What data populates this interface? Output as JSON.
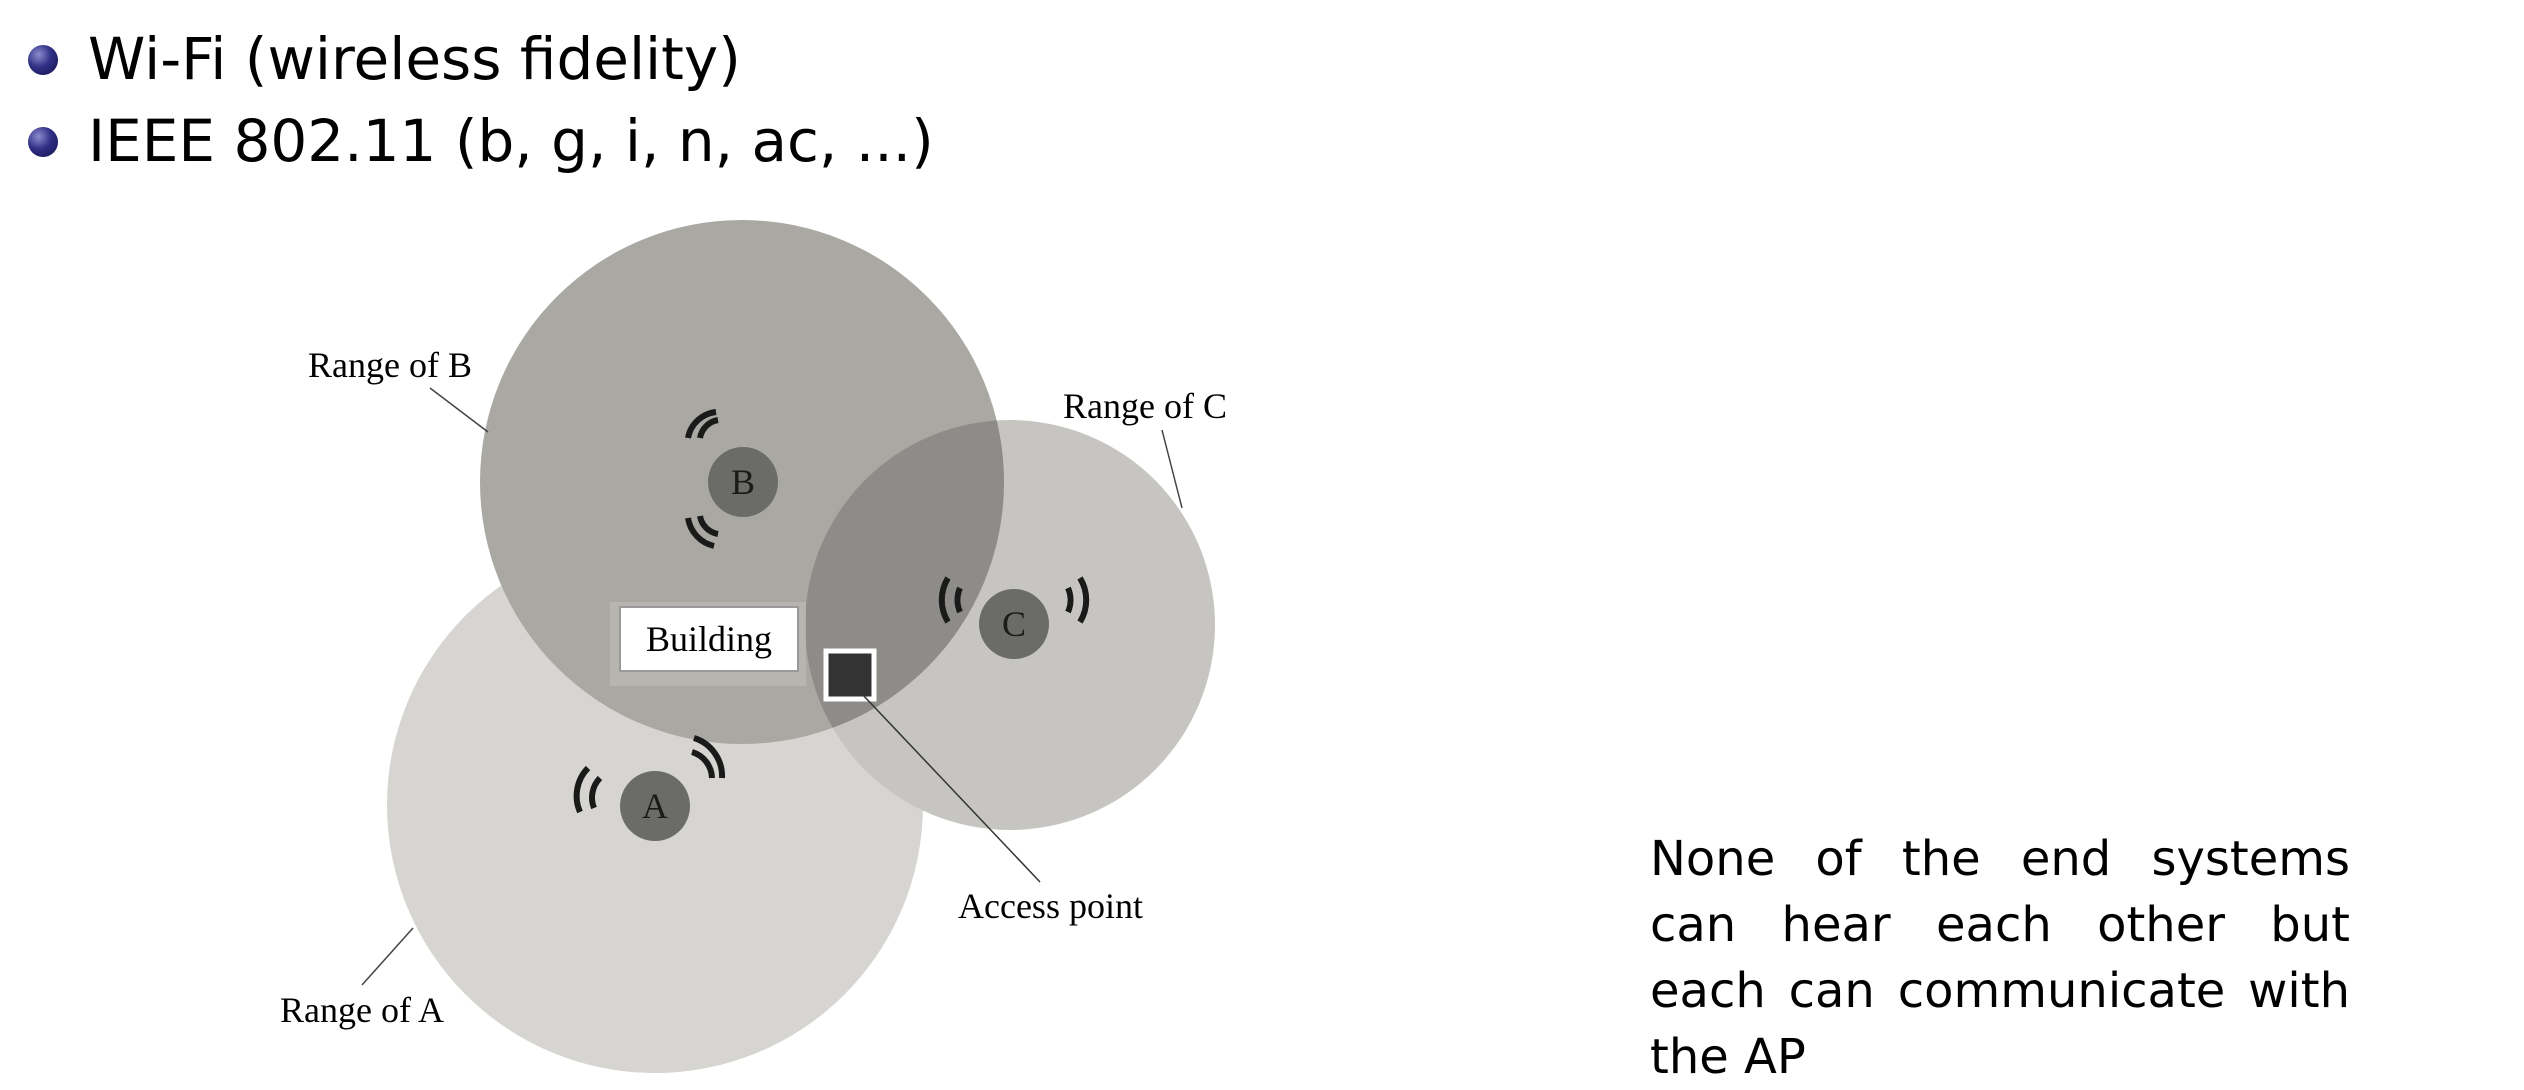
{
  "bullets": [
    {
      "text": "Wi-Fi (wireless fidelity)"
    },
    {
      "text": "IEEE 802.11 (b, g, i, n, ac, ...)"
    }
  ],
  "diagram": {
    "labels": {
      "range_a": "Range of A",
      "range_b": "Range of B",
      "range_c": "Range of C",
      "building": "Building",
      "access_point": "Access point"
    },
    "nodes": {
      "a": "A",
      "b": "B",
      "c": "C"
    },
    "colors": {
      "range_a_fill": "#d6d5d1",
      "range_b_fill": "#aaa8a3",
      "range_c_fill": "#c6c5c1",
      "node_fill": "#6b6b68",
      "access_point_fill": "#333333",
      "signal_arc": "#1a1a1a"
    },
    "icons": {
      "signal": "wifi-signal-arcs-icon",
      "access_point": "access-point-square-icon"
    }
  },
  "note": "None of the end systems can hear each other but each can communicate with the AP"
}
